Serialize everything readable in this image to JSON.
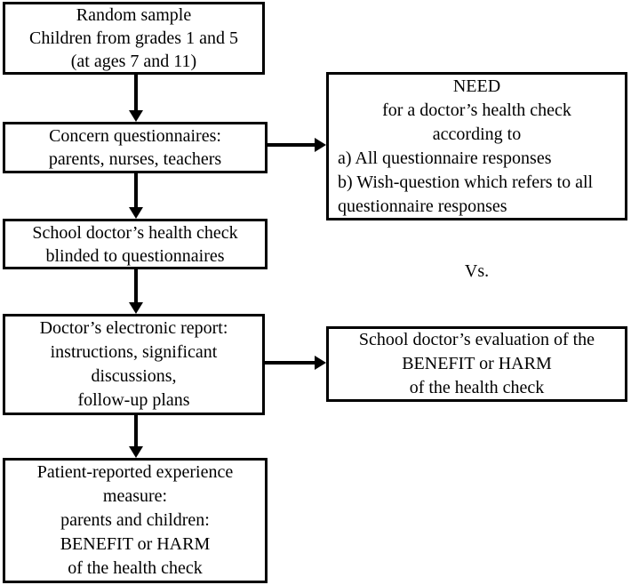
{
  "flowchart": {
    "left_column": {
      "box_random_sample": {
        "text": "Random sample\nChildren from grades 1 and 5\n(at ages 7 and 11)"
      },
      "box_questionnaires": {
        "text": "Concern questionnaires:\nparents, nurses, teachers"
      },
      "box_health_check": {
        "text": "School doctor’s health check\nblinded to questionnaires"
      },
      "box_doctor_report": {
        "text": "Doctor’s electronic report:\ninstructions, significant\ndiscussions,\nfollow-up plans"
      },
      "box_patient_reported": {
        "text": "Patient-reported experience\nmeasure:\nparents and children:\nBENEFIT or HARM\nof the health check"
      }
    },
    "right_column": {
      "box_need": {
        "centered_text": "NEED\nfor a doctor’s health check\naccording to",
        "list_text": "a) All questionnaire responses\nb) Wish-question which refers to all\nquestionnaire responses"
      },
      "vs_label": "Vs.",
      "box_evaluation": {
        "text": "School doctor’s evaluation of the\nBENEFIT or HARM\nof the health check"
      }
    },
    "colors": {
      "line": "#000000",
      "box_background": "#ffffff",
      "text": "#000000",
      "page_background": "#ffffff"
    }
  }
}
